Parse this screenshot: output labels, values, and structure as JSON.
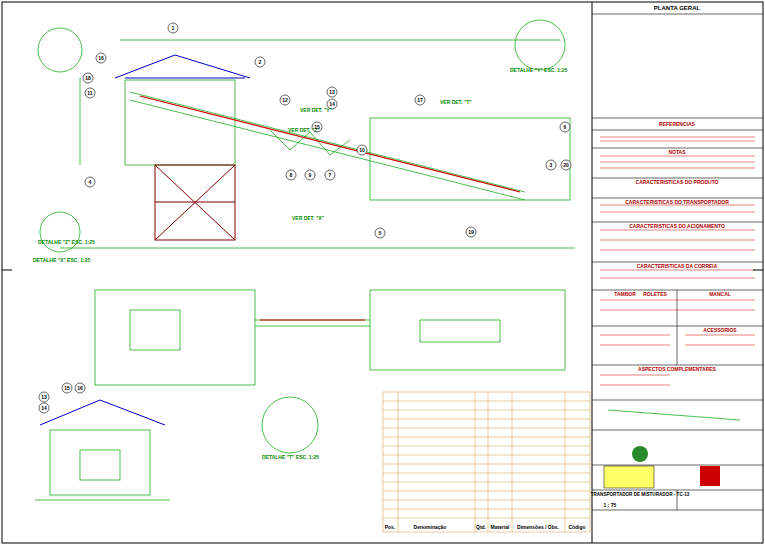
{
  "diagram": {
    "labels": [
      "PLANTA GERAL",
      "DETALHE \"Z\" ESC. 1:25",
      "DETALHE \"Y\" ESC. 1:25",
      "DETALHE \"X\" ESC. 1:25",
      "DETALHE \"T\" ESC. 1:25",
      "VER DET. \"Z\"",
      "VER DET. \"Y\"",
      "VER DET. \"X\"",
      "VER DET. \"T\"",
      "1",
      "2",
      "3",
      "4",
      "5",
      "6",
      "7",
      "8",
      "9",
      "10",
      "11",
      "12",
      "13",
      "14",
      "15",
      "16",
      "17",
      "18",
      "19",
      "20",
      "13",
      "14",
      "15",
      "16",
      "REFERENCIAS",
      "NOTAS",
      "CARACTERISTICAS DO PRODUTO",
      "CARACTERISTICAS DO TRANSPORTADOR",
      "CARACTERISTICAS DO ACIONAMENTO",
      "CARACTERISTICAS DA CORREIA",
      "TAMBOR",
      "ROLETES",
      "MANCAL",
      "ACESSORIOS",
      "ASPECTOS COMPLEMENTARES",
      "Pos.",
      "Denominação",
      "Qtd.",
      "Material",
      "Dimensões / Obs.",
      "Código",
      "TRANSPORTADOR DE MISTURADOR - TC-13",
      "1 : 75"
    ]
  }
}
